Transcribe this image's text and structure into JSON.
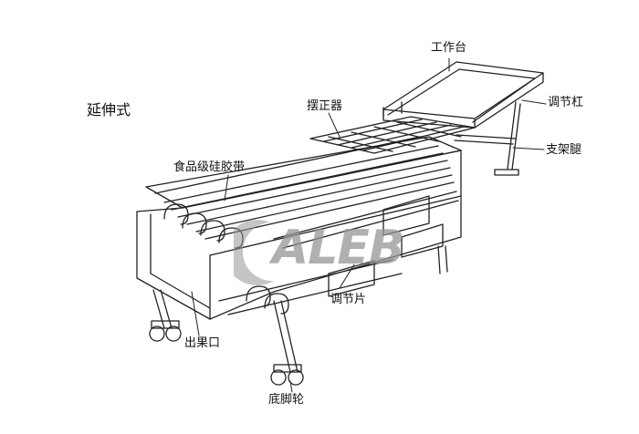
{
  "title": "延伸式",
  "labels": {
    "workbench": "工作台",
    "adjust_bar": "调节杠",
    "aligner": "摆正器",
    "support_leg": "支架腿",
    "food_belt": "食品级硅胶带",
    "adjust_plate": "调节片",
    "fruit_outlet": "出果口",
    "caster": "底脚轮"
  },
  "logo": {
    "text": "ALEB",
    "color": "#9a9a9a"
  },
  "colors": {
    "line": "#222222",
    "background": "#ffffff"
  }
}
